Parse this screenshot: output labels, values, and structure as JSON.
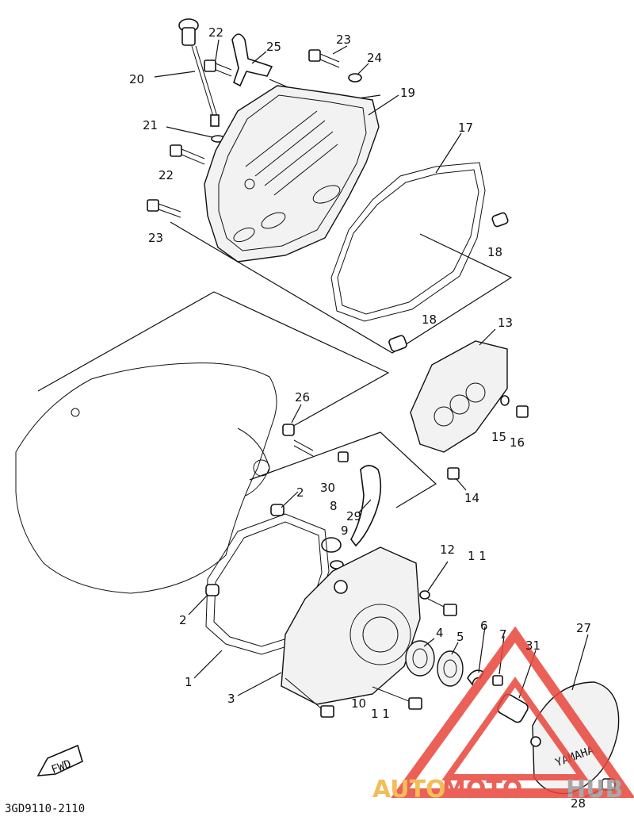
{
  "diagram": {
    "drawing_code": "3GD9110-2110",
    "fwd_label": "FWD",
    "cover_logo": "YAMAHA",
    "callouts": [
      {
        "id": "c20",
        "label": "20"
      },
      {
        "id": "c22a",
        "label": "22"
      },
      {
        "id": "c25",
        "label": "25"
      },
      {
        "id": "c23a",
        "label": "23"
      },
      {
        "id": "c24",
        "label": "24"
      },
      {
        "id": "c19",
        "label": "19"
      },
      {
        "id": "c21",
        "label": "21"
      },
      {
        "id": "c17",
        "label": "17"
      },
      {
        "id": "c22b",
        "label": "22"
      },
      {
        "id": "c23b",
        "label": "23"
      },
      {
        "id": "c18a",
        "label": "18"
      },
      {
        "id": "c18b",
        "label": "18"
      },
      {
        "id": "c13",
        "label": "13"
      },
      {
        "id": "c26",
        "label": "26"
      },
      {
        "id": "c15",
        "label": "15"
      },
      {
        "id": "c16",
        "label": "16"
      },
      {
        "id": "c14",
        "label": "14"
      },
      {
        "id": "c30",
        "label": "30"
      },
      {
        "id": "c2a",
        "label": "2"
      },
      {
        "id": "c8",
        "label": "8"
      },
      {
        "id": "c29",
        "label": "29"
      },
      {
        "id": "c9",
        "label": "9"
      },
      {
        "id": "c12",
        "label": "12"
      },
      {
        "id": "c11a",
        "label": "1 1"
      },
      {
        "id": "c2b",
        "label": "2"
      },
      {
        "id": "c4",
        "label": "4"
      },
      {
        "id": "c5",
        "label": "5"
      },
      {
        "id": "c6",
        "label": "6"
      },
      {
        "id": "c7",
        "label": "7"
      },
      {
        "id": "c31",
        "label": "31"
      },
      {
        "id": "c27",
        "label": "27"
      },
      {
        "id": "c1",
        "label": "1"
      },
      {
        "id": "c3",
        "label": "3"
      },
      {
        "id": "c10",
        "label": "10"
      },
      {
        "id": "c11b",
        "label": "1 1"
      },
      {
        "id": "c28",
        "label": "28"
      }
    ]
  },
  "watermark": {
    "text_part1": "AUTO",
    "text_part2": "MOTO",
    "text_part3": "HUB",
    "color_primary": "#e8463c",
    "color_secondary": "#f2b23a",
    "color_tertiary": "#9a9a9a"
  }
}
